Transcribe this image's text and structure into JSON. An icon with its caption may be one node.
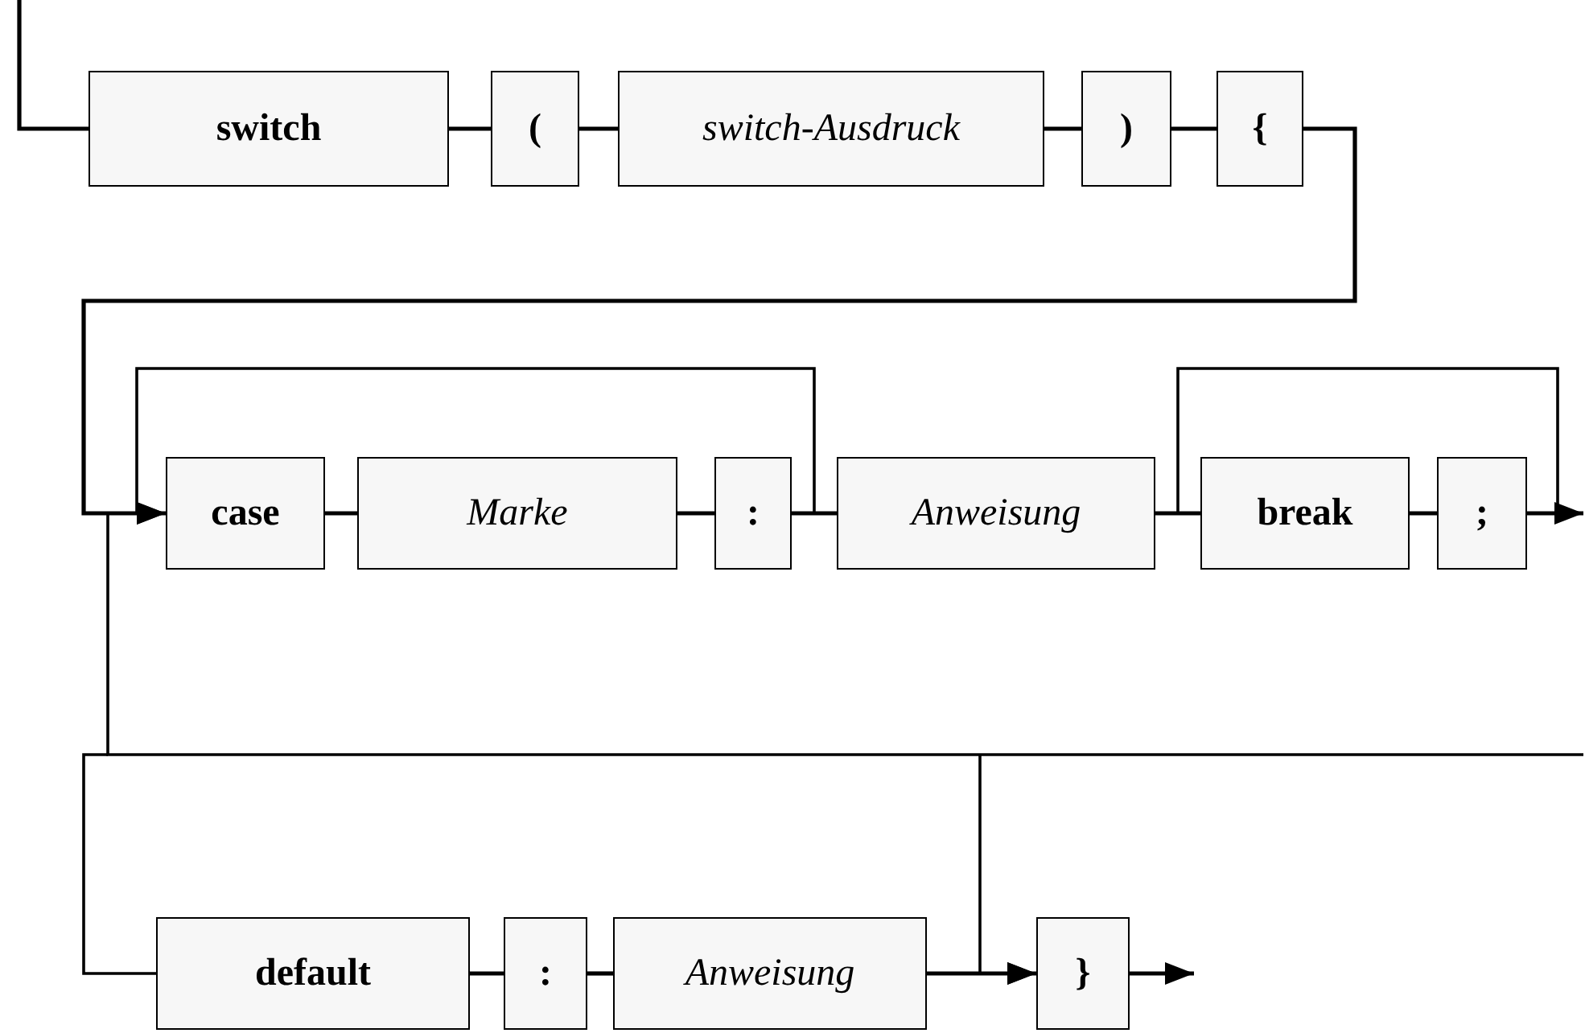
{
  "diagram": {
    "nodes": [
      {
        "text": [
          "switch"
        ]
      },
      {
        "text": [
          "("
        ]
      },
      {
        "text": [
          "switch-Ausdruck"
        ]
      },
      {
        "text": [
          ")"
        ]
      },
      {
        "text": [
          "{"
        ]
      },
      {
        "text": [
          "case"
        ]
      },
      {
        "text": [
          "Marke"
        ]
      },
      {
        "text": [
          ":"
        ]
      },
      {
        "text": [
          "Anweisung"
        ]
      },
      {
        "text": [
          "break"
        ]
      },
      {
        "text": [
          ";"
        ]
      },
      {
        "text": [
          "default"
        ]
      },
      {
        "text": [
          ":"
        ]
      },
      {
        "text": [
          "Anweisung"
        ]
      },
      {
        "text": [
          "}"
        ]
      }
    ],
    "edges": [
      {
        "from": null,
        "to": 0,
        "arrow": "none"
      },
      {
        "from": 0,
        "to": 1,
        "arrow": "none"
      },
      {
        "from": 1,
        "to": 2,
        "arrow": "none"
      },
      {
        "from": 2,
        "to": 3,
        "arrow": "none"
      },
      {
        "from": 3,
        "to": 4,
        "arrow": "none"
      },
      {
        "from": 4,
        "to": 5,
        "arrow": "to"
      },
      {
        "from": 5,
        "to": 6,
        "arrow": "none"
      },
      {
        "from": 6,
        "to": 7,
        "arrow": "none"
      },
      {
        "from": 7,
        "to": 8,
        "arrow": "none"
      },
      {
        "from": 7,
        "to": 5,
        "arrow": "to"
      },
      {
        "from": 8,
        "to": 9,
        "arrow": "none"
      },
      {
        "from": 9,
        "to": 10,
        "arrow": "none"
      },
      {
        "from": 8,
        "to": null,
        "arrow": "none"
      },
      {
        "from": 10,
        "to": null,
        "arrow": "to"
      },
      {
        "from": null,
        "to": 5,
        "arrow": "none"
      },
      {
        "from": null,
        "to": 11,
        "arrow": "none"
      },
      {
        "from": null,
        "to": 14,
        "arrow": "to"
      },
      {
        "from": 11,
        "to": 12,
        "arrow": "none"
      },
      {
        "from": 12,
        "to": 13,
        "arrow": "none"
      },
      {
        "from": 13,
        "to": 14,
        "arrow": "to"
      },
      {
        "from": 14,
        "to": null,
        "arrow": "to"
      }
    ]
  }
}
